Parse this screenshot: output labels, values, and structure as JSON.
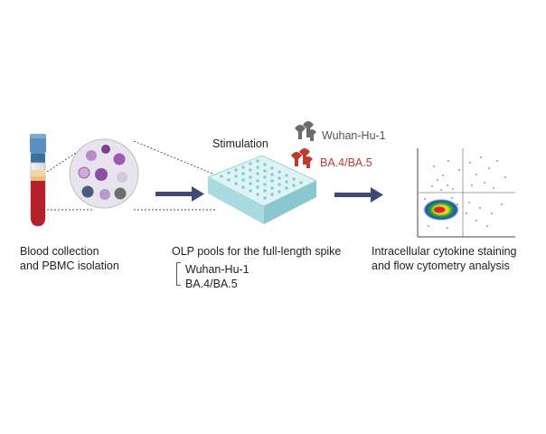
{
  "steps": [
    {
      "label_line1": "Blood collection",
      "label_line2": "and PBMC isolation"
    },
    {
      "label_line1": "OLP pools for the full-length spike"
    },
    {
      "label_line1": "Intracellular cytokine staining",
      "label_line2": "and flow cytometry analysis"
    }
  ],
  "stimulation_label": "Stimulation",
  "pools": [
    "Wuhan-Hu-1",
    "BA.4/BA.5"
  ],
  "legend": [
    {
      "name": "Wuhan-Hu-1",
      "icon": "gray-spike-protein-icon",
      "color": "#6b6b6b"
    },
    {
      "name": "BA.4/BA.5",
      "icon": "red-spike-protein-icon",
      "color": "#c0392b"
    }
  ],
  "colors": {
    "arrow": "#3f4a75",
    "tube_cap": "#5b8fc0",
    "blood": "#b3202b",
    "plate": "#bfe7ea",
    "cell_purple": "#8e4fa3",
    "cell_gray": "#6e6e6e"
  }
}
